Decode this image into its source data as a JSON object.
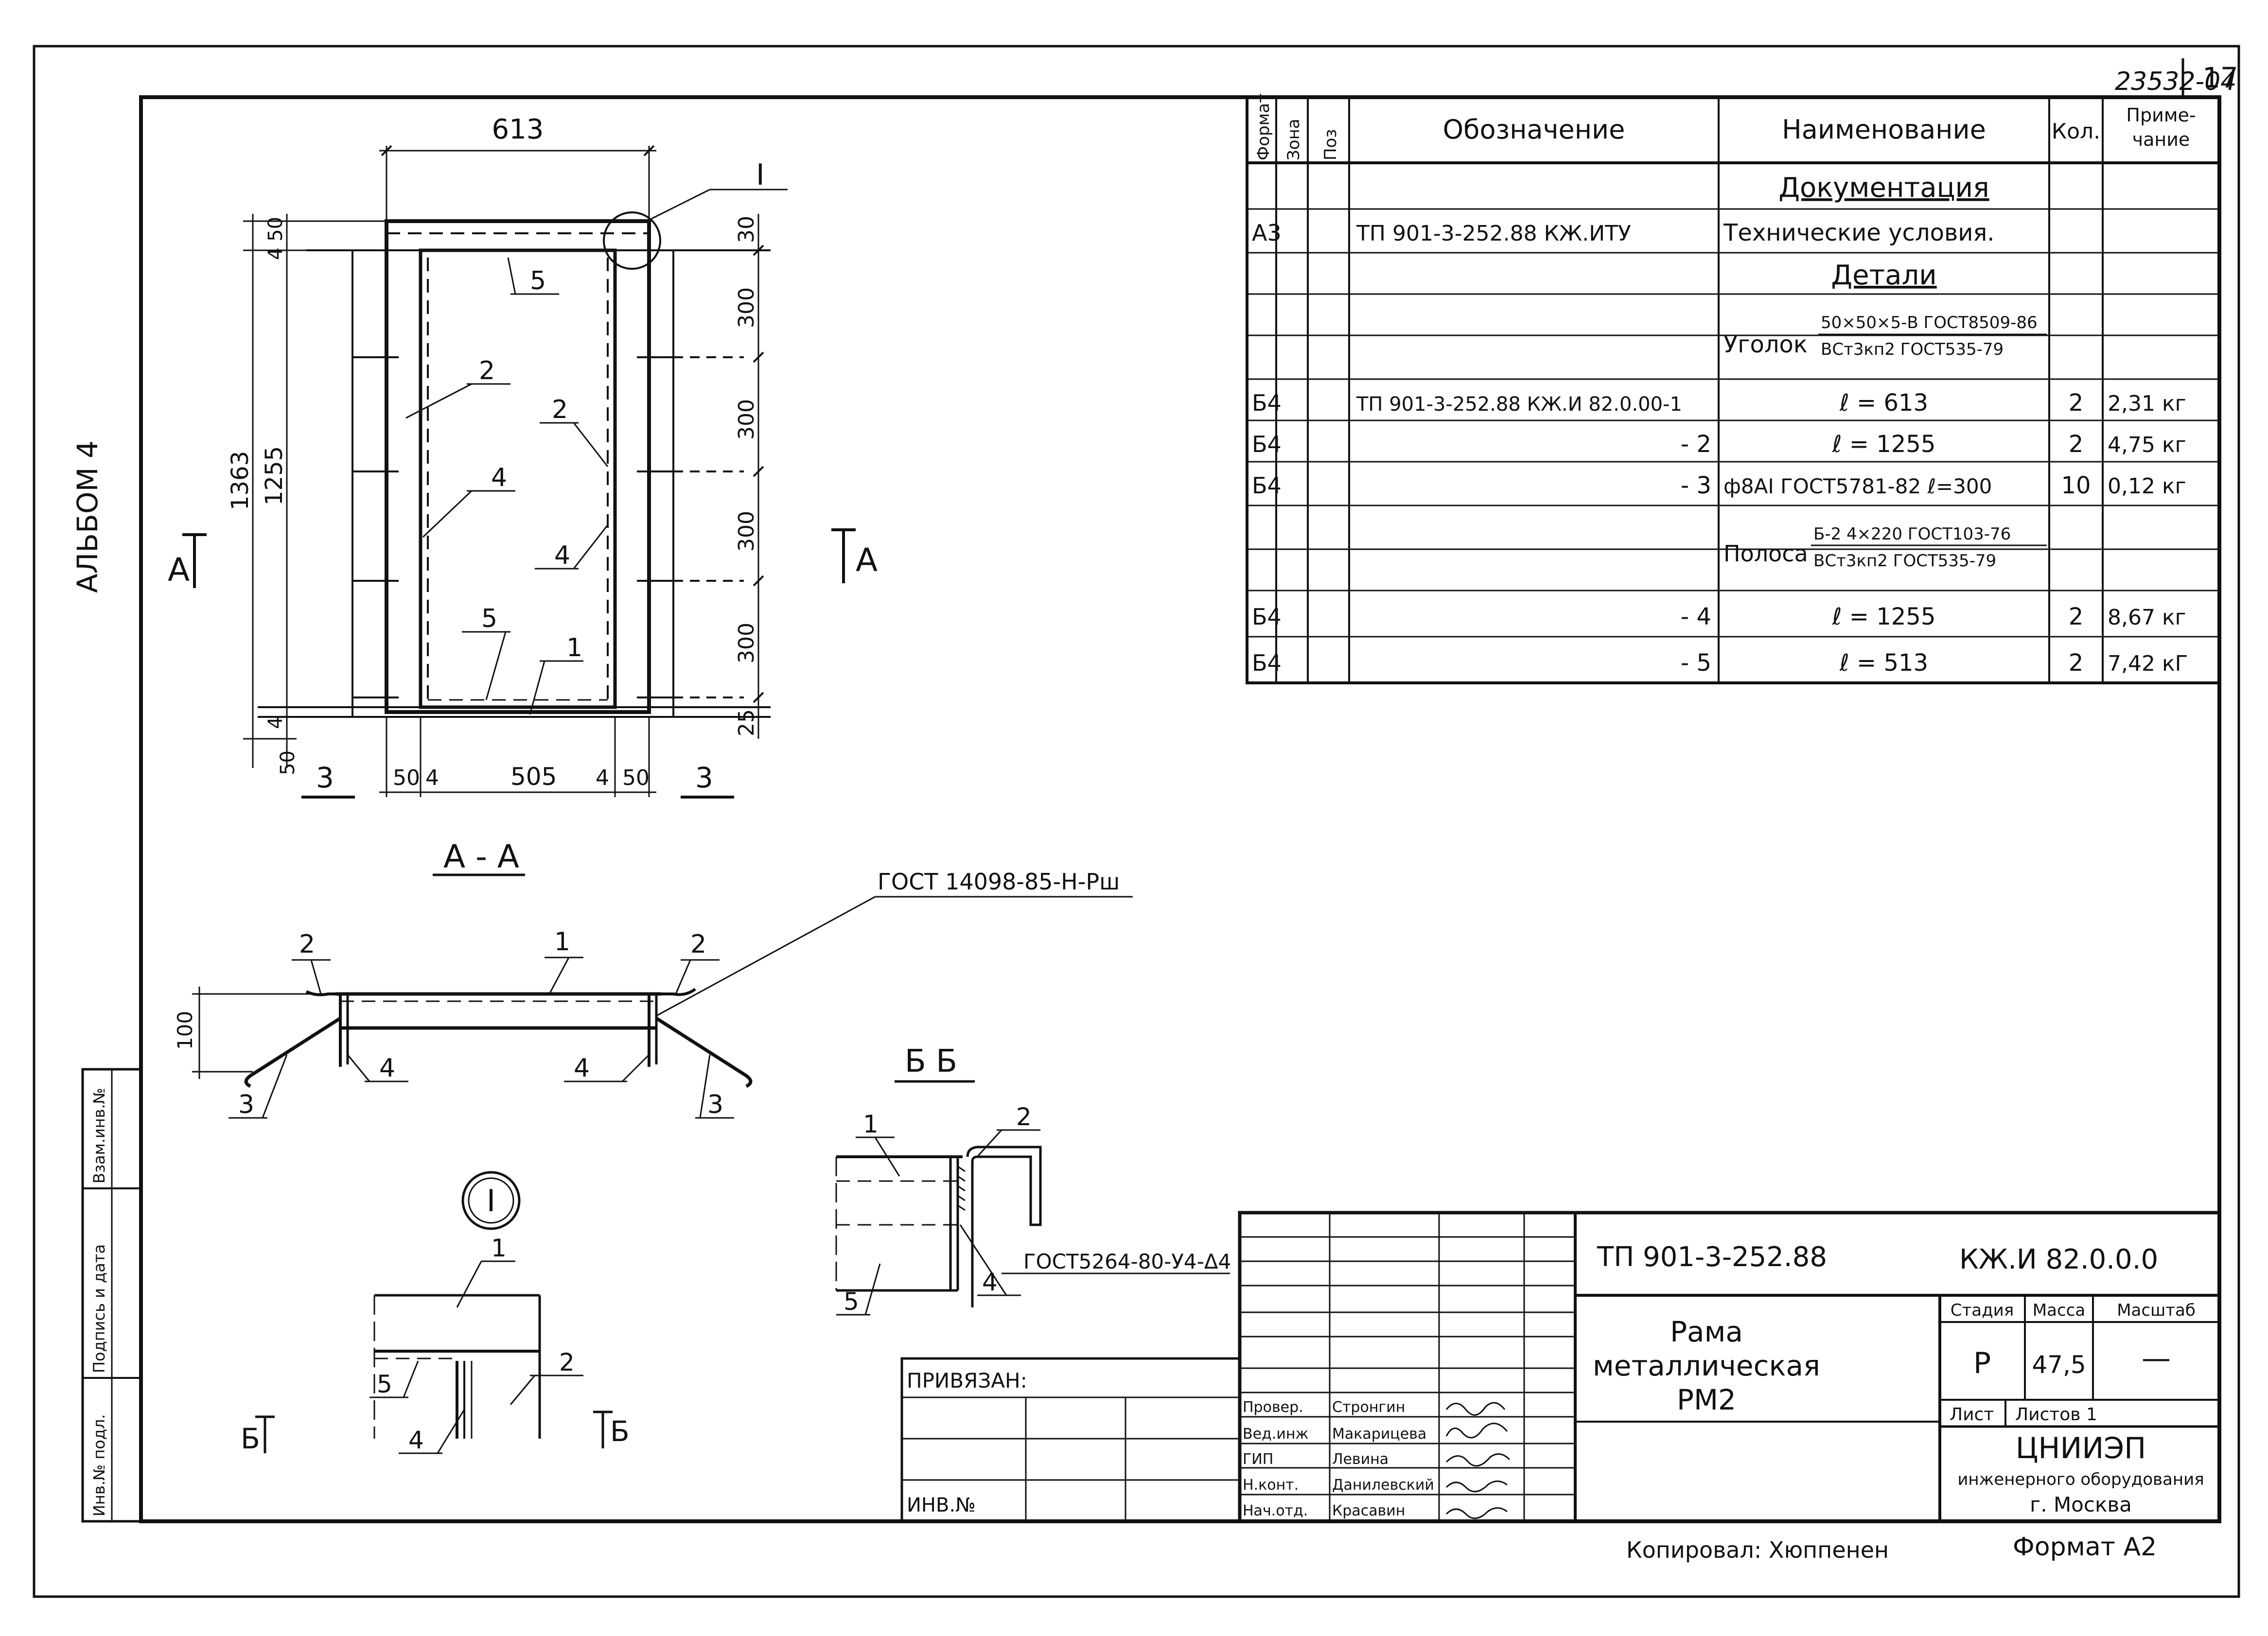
{
  "header": {
    "doc_number": "23532-04",
    "sheet_number": "17"
  },
  "album_label": "АЛЬБОМ 4",
  "spec_table": {
    "headers": {
      "format": "Формат",
      "zone": "Зона",
      "pos": "Поз",
      "designation": "Обозначение",
      "name": "Наименование",
      "qty": "Кол.",
      "note": "Приме-\nчание"
    },
    "section_docs": "Документация",
    "section_details": "Детали",
    "rows": [
      {
        "format": "А3",
        "designation": "ТП 901-3-252.88   КЖ.ИТУ",
        "name": "Технические условия.",
        "qty": "",
        "note": ""
      },
      {
        "format": "",
        "designation": "",
        "name_prefix": "Уголок",
        "name_top": "50×50×5-В ГОСТ8509-86",
        "name_bottom": "ВСт3кп2 ГОСТ535-79",
        "qty": "",
        "note": ""
      },
      {
        "format": "Б4",
        "designation": "ТП 901-3-252.88   КЖ.И 82.0.00-1",
        "name": "ℓ = 613",
        "qty": "2",
        "note": "2,31 кг"
      },
      {
        "format": "Б4",
        "designation": "- 2",
        "name": "ℓ = 1255",
        "qty": "2",
        "note": "4,75 кг"
      },
      {
        "format": "Б4",
        "designation": "- 3",
        "name": "ф8АI ГОСТ5781-82  ℓ=300",
        "qty": "10",
        "note": "0,12 кг"
      },
      {
        "format": "",
        "designation": "",
        "name_prefix": "Полоса",
        "name_top": "Б-2 4×220 ГОСТ103-76",
        "name_bottom": "ВСт3кп2 ГОСТ535-79",
        "qty": "",
        "note": ""
      },
      {
        "format": "Б4",
        "designation": "- 4",
        "name": "ℓ = 1255",
        "qty": "2",
        "note": "8,67 кг"
      },
      {
        "format": "Б4",
        "designation": "- 5",
        "name": "ℓ = 513",
        "qty": "2",
        "note": "7,42 кГ"
      }
    ]
  },
  "plan_view": {
    "dims": {
      "top_width": "613",
      "total_height": "1363",
      "inner_height": "1255",
      "d450": "4 50",
      "d50": "50",
      "d4": "4",
      "bottom": [
        "50",
        "4",
        "505",
        "4",
        "50"
      ],
      "right": [
        "30",
        "300",
        "300",
        "300",
        "300",
        "25"
      ]
    },
    "callout": "I",
    "markers": {
      "left_section": "А",
      "right_section": "А",
      "cut_left": "3",
      "cut_right": "3"
    },
    "labels": [
      "5",
      "2",
      "2",
      "4",
      "4",
      "5",
      "1"
    ]
  },
  "section_aa": {
    "title": "А - А",
    "gost": "ГОСТ 14098-85-Н-Рш",
    "height_dim": "100",
    "labels": [
      "2",
      "1",
      "2",
      "3",
      "4",
      "4",
      "3"
    ]
  },
  "detail_i": {
    "title": "I",
    "labels": [
      "1",
      "5",
      "2",
      "4"
    ],
    "cut_left": "Б",
    "cut_right": "Б"
  },
  "section_bb": {
    "title": "Б  Б",
    "labels": [
      "1",
      "2",
      "5",
      "4"
    ],
    "weld": "ГОСТ5264-80-У4-Δ4"
  },
  "left_stamp": [
    "Инв.№ подл.",
    "Подпись и дата",
    "Взам.инв.№"
  ],
  "privyazan": {
    "label": "ПРИВЯЗАН:",
    "inv": "ИНВ.№"
  },
  "title_block": {
    "project_code": "ТП 901-3-252.88",
    "doc_code": "КЖ.И 82.0.0.0",
    "title": [
      "Рама",
      "металлическая",
      "РМ2"
    ],
    "stage_label": "Стадия",
    "mass_label": "Масса",
    "scale_label": "Масштаб",
    "stage": "Р",
    "mass": "47,5",
    "scale": "—",
    "sheet_label": "Лист",
    "sheets_label": "Листов 1",
    "org": [
      "ЦНИИЭП",
      "инженерного оборудования",
      "г. Москва"
    ],
    "people": [
      {
        "role": "Провер.",
        "name": "Стронгин"
      },
      {
        "role": "Вед.инж",
        "name": "Макарицева"
      },
      {
        "role": "ГИП",
        "name": "Левина"
      },
      {
        "role": "Н.конт.",
        "name": "Данилевский"
      },
      {
        "role": "Нач.отд.",
        "name": "Красавин"
      }
    ]
  },
  "footer": {
    "copied": "Копировал: Хюппенен",
    "format": "Формат А2"
  }
}
